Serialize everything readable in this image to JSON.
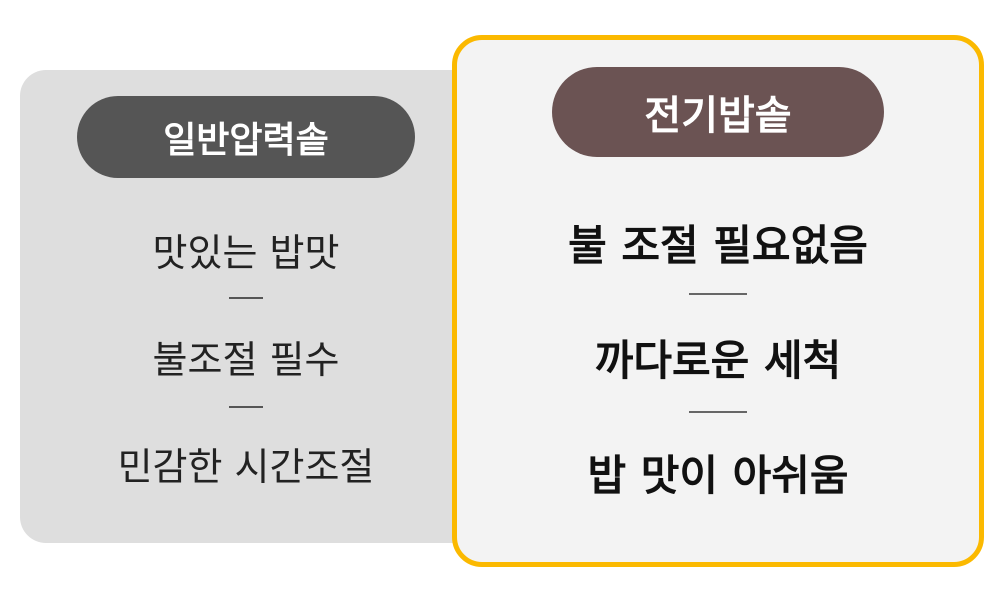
{
  "left": {
    "title": "일반압력솥",
    "items": [
      "맛있는 밥맛",
      "불조절 필수",
      "민감한 시간조절"
    ]
  },
  "right": {
    "title": "전기밥솥",
    "items": [
      "불 조절 필요없음",
      "까다로운 세척",
      "밥 맛이 아쉬움"
    ]
  },
  "colors": {
    "left_pill": "#555555",
    "right_pill": "#6b5353",
    "highlight_border": "#fbb900",
    "left_bg": "#dedede",
    "right_bg": "#f3f3f3"
  }
}
